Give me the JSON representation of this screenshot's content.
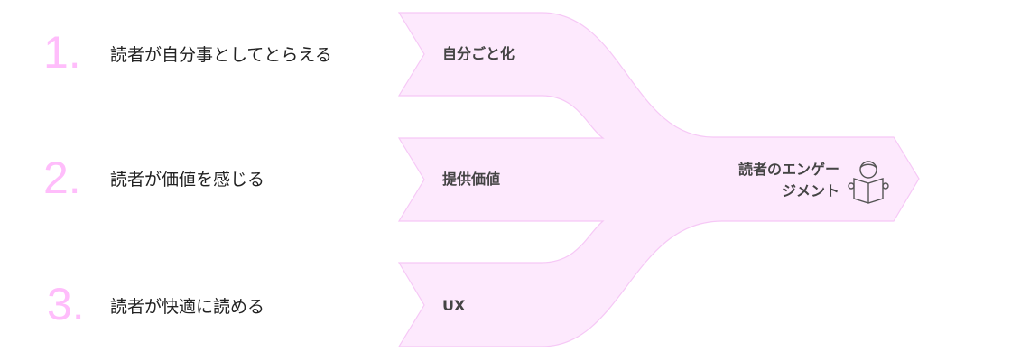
{
  "items": [
    {
      "number": "1.",
      "label": "読者が自分事としてとらえる",
      "stage": "自分ごと化"
    },
    {
      "number": "2.",
      "label": "読者が価値を感じる",
      "stage": "提供価値"
    },
    {
      "number": "3.",
      "label": "読者が快適に読める",
      "stage": "UX"
    }
  ],
  "goal": {
    "line1": "読者のエンゲー",
    "line2": "ジメント",
    "icon": "reading-person-icon"
  },
  "colors": {
    "fill": "#fde9fd",
    "stroke": "#f6c8f6",
    "number": "#ffbdfb"
  }
}
